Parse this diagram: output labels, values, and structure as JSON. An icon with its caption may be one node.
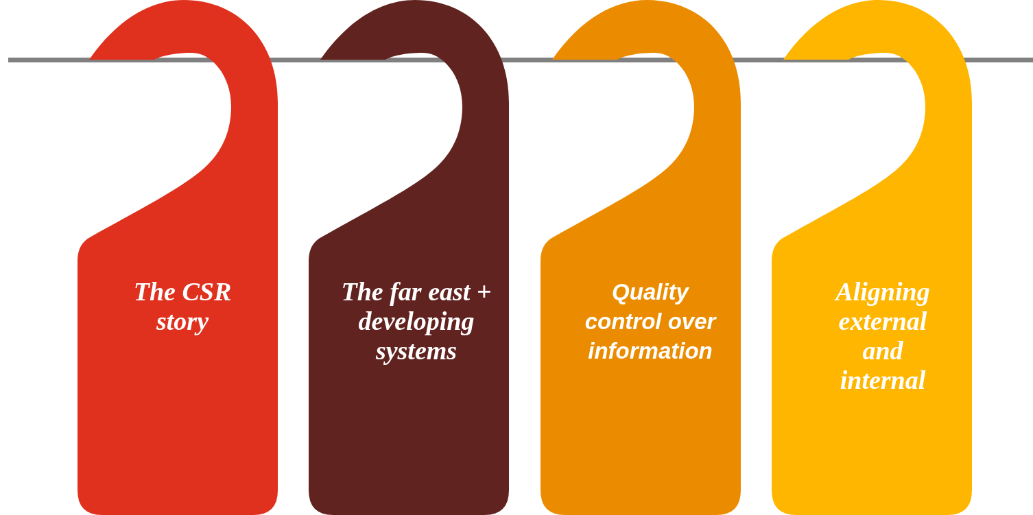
{
  "diagram": {
    "nodes": [
      {
        "text": [
          "The CSR story"
        ]
      },
      {
        "text": [
          "The far east + developing systems"
        ]
      },
      {
        "text": [
          "Quality control over information"
        ]
      },
      {
        "text": [
          "Aligning external and internal"
        ]
      }
    ]
  }
}
